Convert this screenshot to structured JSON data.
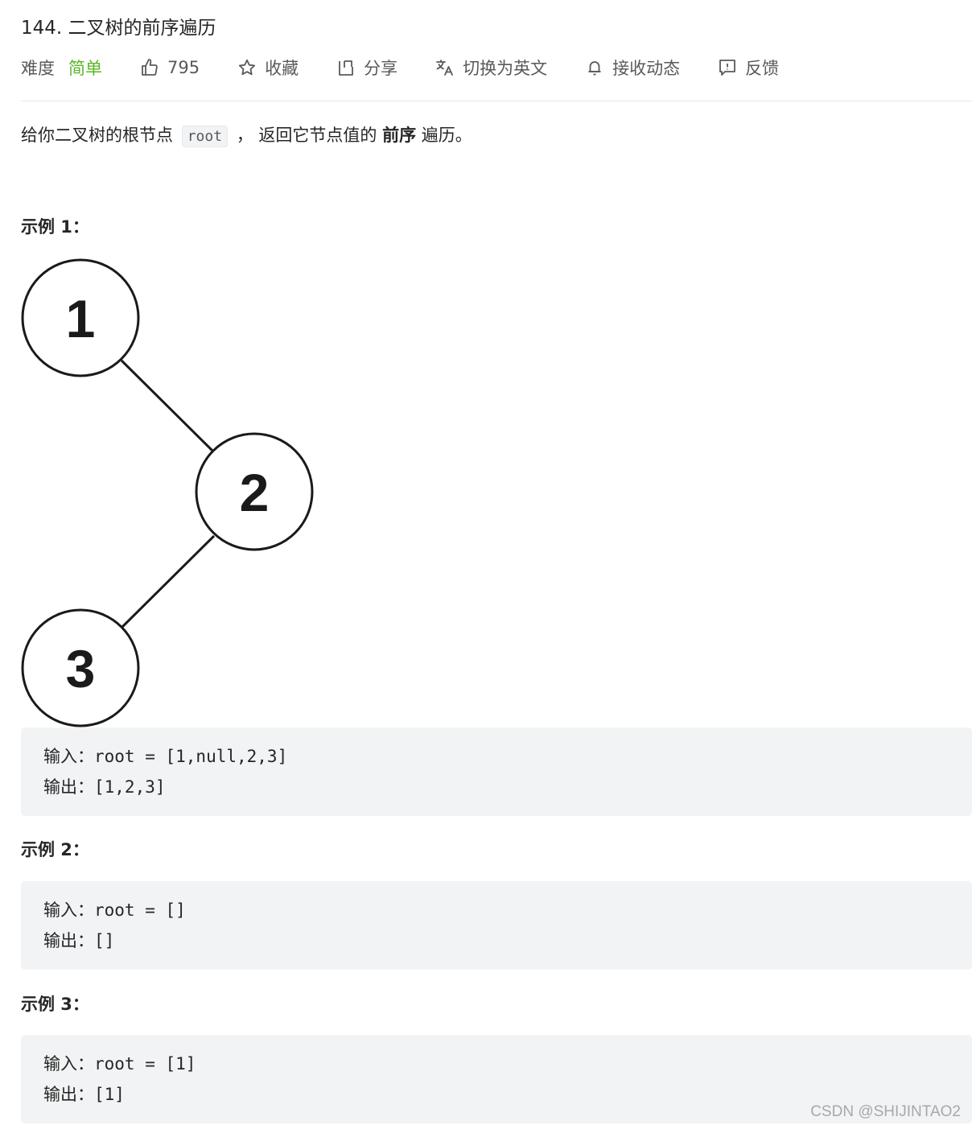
{
  "problem": {
    "title": "144. 二叉树的前序遍历",
    "difficulty_label": "难度",
    "difficulty_value": "简单",
    "difficulty_color": "#5ab726",
    "likes": "795",
    "actions": {
      "favorite": "收藏",
      "share": "分享",
      "translate": "切换为英文",
      "subscribe": "接收动态",
      "feedback": "反馈"
    },
    "icons": {
      "like": "thumbs-up-icon",
      "favorite": "star-icon",
      "share": "share-icon",
      "translate": "translate-icon",
      "subscribe": "bell-icon",
      "feedback": "feedback-icon"
    }
  },
  "description": {
    "prefix": "给你二叉树的根节点",
    "code": "root",
    "middle": "， 返回它节点值的",
    "emphasis": "前序",
    "suffix": "遍历。"
  },
  "examples": [
    {
      "heading": "示例 1：",
      "input": "输入：root = [1,null,2,3]",
      "output": "输出：[1,2,3]",
      "tree": {
        "nodes": [
          "1",
          "2",
          "3"
        ]
      }
    },
    {
      "heading": "示例 2：",
      "input": "输入：root = []",
      "output": "输出：[]"
    },
    {
      "heading": "示例 3：",
      "input": "输入：root = [1]",
      "output": "输出：[1]"
    }
  ],
  "watermark": "CSDN @SHIJINTAO2"
}
